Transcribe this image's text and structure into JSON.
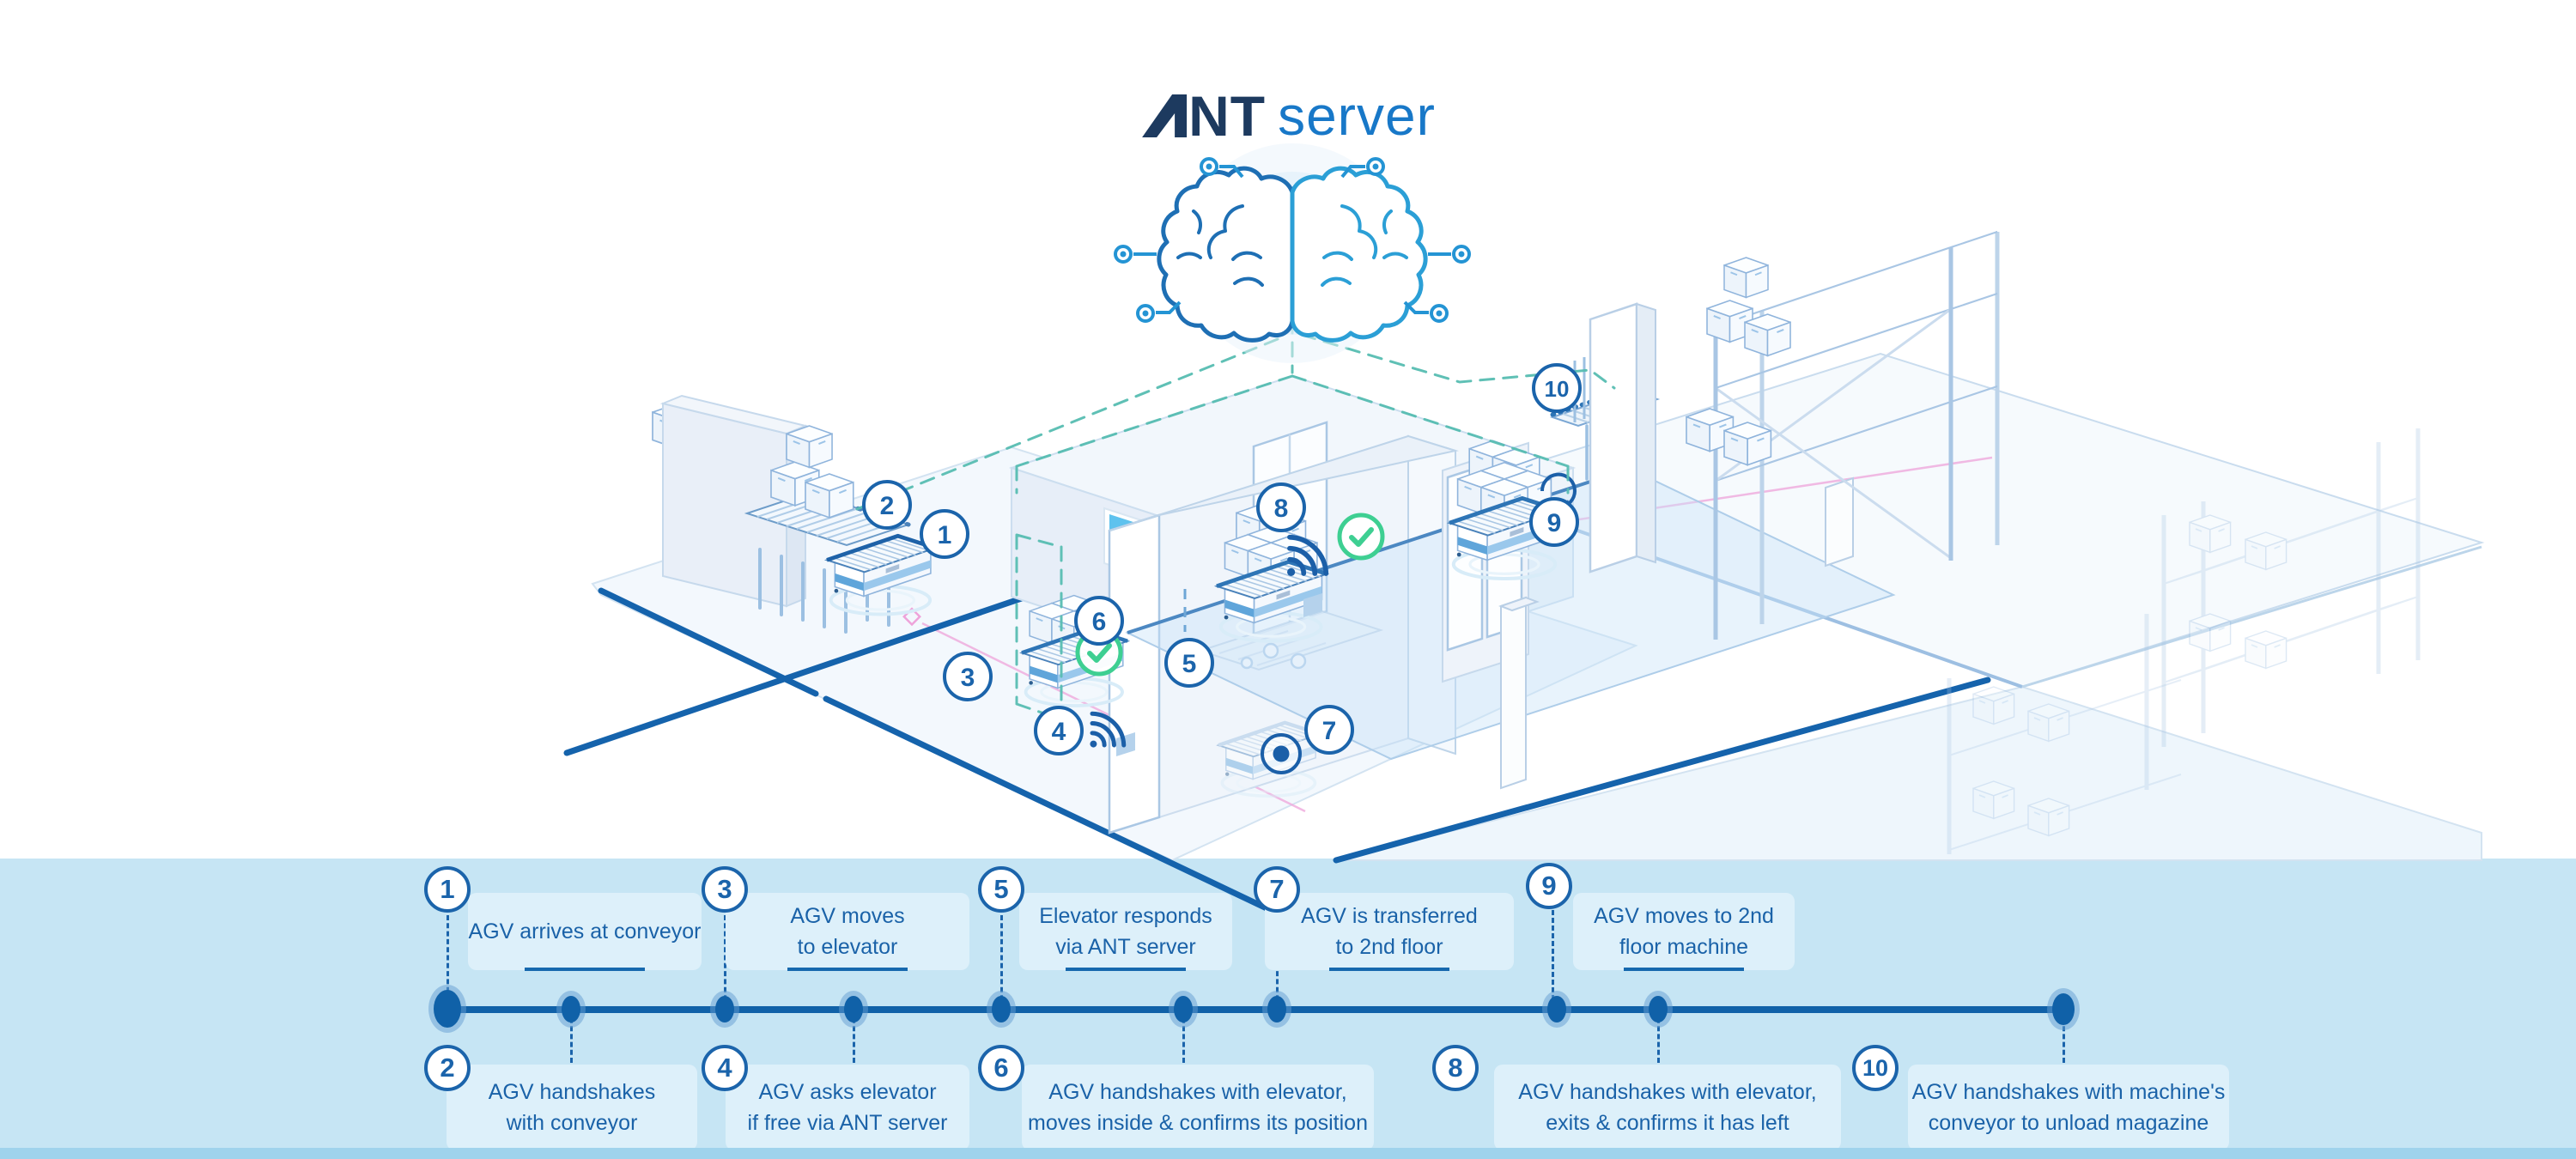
{
  "logo": {
    "brand": "ANT",
    "brand_suffix": "NT",
    "product": "server"
  },
  "scene": {
    "markers": [
      "1",
      "2",
      "3",
      "4",
      "5",
      "6",
      "7",
      "8",
      "9",
      "10"
    ],
    "icons": {
      "server": "brain-icon",
      "confirmation": "check-icon",
      "handshake_signal": "wifi-icon",
      "position_marker": "target-icon"
    },
    "colors": {
      "accent_blue": "#1b64ab",
      "dash_teal": "#5abdb3",
      "confirm_green": "#3ecf92",
      "path_pink": "#efa9dc",
      "band_blue": "#c6e5f4"
    }
  },
  "timeline": {
    "steps": [
      {
        "number": "1",
        "side": "above",
        "lines": [
          "AGV arrives at conveyor",
          ""
        ]
      },
      {
        "number": "2",
        "side": "below",
        "lines": [
          "AGV handshakes",
          "with conveyor"
        ]
      },
      {
        "number": "3",
        "side": "above",
        "lines": [
          "AGV moves",
          "to elevator"
        ]
      },
      {
        "number": "4",
        "side": "below",
        "lines": [
          "AGV asks elevator",
          "if free via ANT server"
        ]
      },
      {
        "number": "5",
        "side": "above",
        "lines": [
          "Elevator responds",
          "via ANT server"
        ]
      },
      {
        "number": "6",
        "side": "below",
        "lines": [
          "AGV handshakes with elevator,",
          "moves inside & confirms its position"
        ]
      },
      {
        "number": "7",
        "side": "above",
        "lines": [
          "AGV is transferred",
          "to 2nd floor"
        ]
      },
      {
        "number": "8",
        "side": "below",
        "lines": [
          "AGV handshakes with elevator,",
          "exits & confirms it has left"
        ]
      },
      {
        "number": "9",
        "side": "above",
        "lines": [
          "AGV moves to 2nd",
          "floor machine"
        ]
      },
      {
        "number": "10",
        "side": "below",
        "lines": [
          "AGV handshakes with machine's",
          "conveyor to unload magazine"
        ]
      }
    ]
  }
}
